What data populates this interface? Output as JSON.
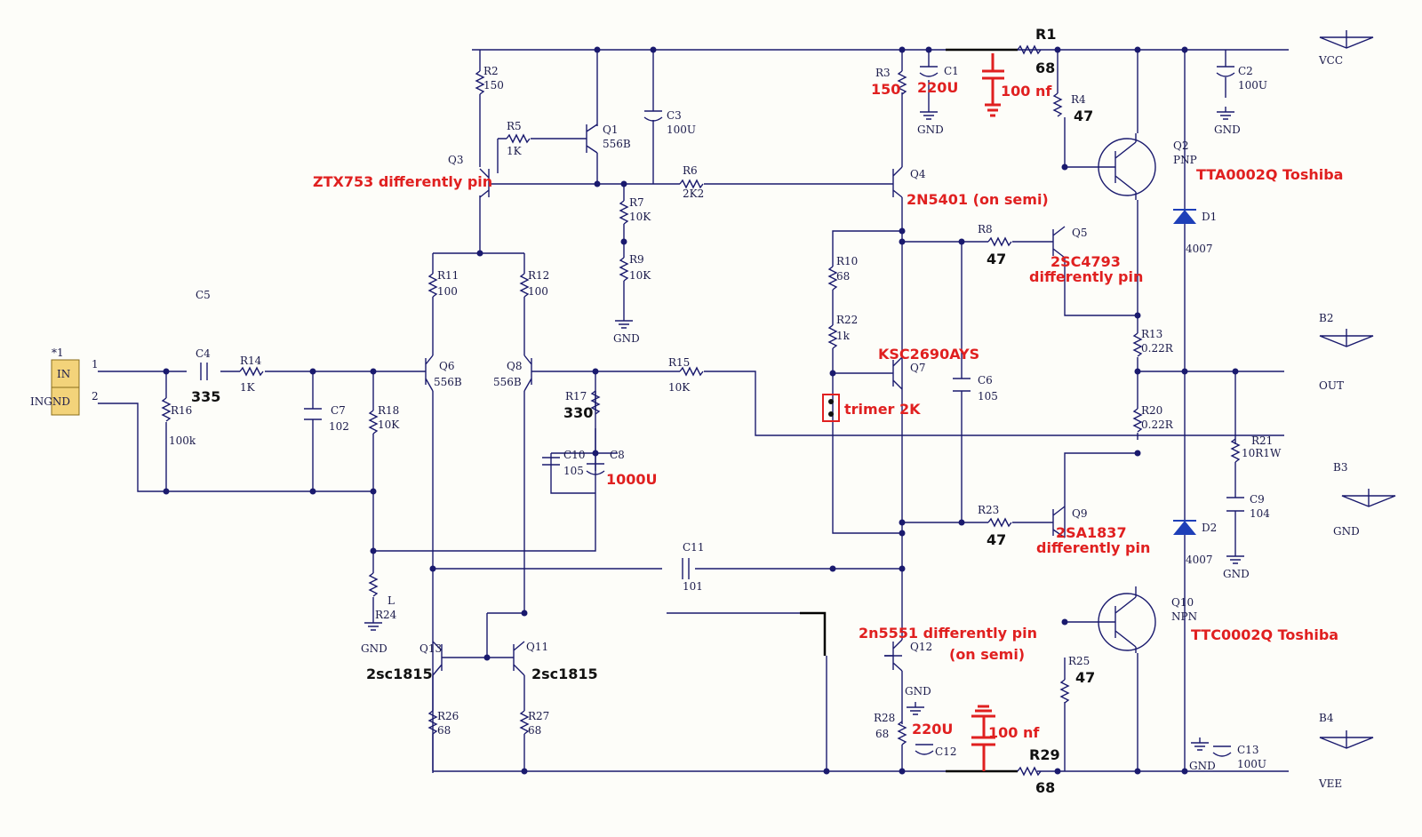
{
  "colors": {
    "wire": "#1a1a6e",
    "note": "#e02020",
    "background": "#fdfdf9",
    "diode": "#1e3fb8",
    "connector": "#f3d37a"
  },
  "connector": {
    "ref": "*1",
    "pin_in": "IN",
    "pin_gnd": "INGND",
    "pin_num1": "1",
    "pin_num2": "2"
  },
  "nets": {
    "vcc": "VCC",
    "vee": "VEE",
    "out": "OUT",
    "gnd": "GND",
    "b2": "B2",
    "b3": "B3",
    "b4": "B4"
  },
  "resistors": [
    {
      "ref": "R1",
      "value": "68"
    },
    {
      "ref": "R2",
      "value": "150"
    },
    {
      "ref": "R3",
      "value": "150"
    },
    {
      "ref": "R4",
      "value": "47"
    },
    {
      "ref": "R5",
      "value": "1K"
    },
    {
      "ref": "R6",
      "value": "2K2"
    },
    {
      "ref": "R7",
      "value": "10K"
    },
    {
      "ref": "R8",
      "value": "47"
    },
    {
      "ref": "R9",
      "value": "10K"
    },
    {
      "ref": "R10",
      "value": "68"
    },
    {
      "ref": "R11",
      "value": "100"
    },
    {
      "ref": "R12",
      "value": "100"
    },
    {
      "ref": "R13",
      "value": "0.22R"
    },
    {
      "ref": "R14",
      "value": "1K"
    },
    {
      "ref": "R15",
      "value": "10K"
    },
    {
      "ref": "R16",
      "value": "100k"
    },
    {
      "ref": "R17",
      "value": "330"
    },
    {
      "ref": "R18",
      "value": "10K"
    },
    {
      "ref": "R20",
      "value": "0.22R"
    },
    {
      "ref": "R21",
      "value": "10R1W"
    },
    {
      "ref": "R22",
      "value": "1k"
    },
    {
      "ref": "R23",
      "value": "47"
    },
    {
      "ref": "R24",
      "value": "L"
    },
    {
      "ref": "R25",
      "value": "47"
    },
    {
      "ref": "R26",
      "value": "68"
    },
    {
      "ref": "R27",
      "value": "68"
    },
    {
      "ref": "R28",
      "value": "68"
    },
    {
      "ref": "R29",
      "value": "68"
    }
  ],
  "capacitors": [
    {
      "ref": "C1",
      "value": "220U"
    },
    {
      "ref": "C2",
      "value": "100U"
    },
    {
      "ref": "C3",
      "value": "100U"
    },
    {
      "ref": "C4",
      "value": "335"
    },
    {
      "ref": "C5",
      "value": ""
    },
    {
      "ref": "C6",
      "value": "105"
    },
    {
      "ref": "C7",
      "value": "102"
    },
    {
      "ref": "C8",
      "value": "1000U"
    },
    {
      "ref": "C9",
      "value": "104"
    },
    {
      "ref": "C10",
      "value": "105"
    },
    {
      "ref": "C11",
      "value": "101"
    },
    {
      "ref": "C12",
      "value": "220U"
    },
    {
      "ref": "C13",
      "value": "100U"
    }
  ],
  "transistors": [
    {
      "ref": "Q1",
      "part": "556B"
    },
    {
      "ref": "Q2",
      "part": "PNP"
    },
    {
      "ref": "Q3",
      "part": ""
    },
    {
      "ref": "Q4",
      "part": ""
    },
    {
      "ref": "Q5",
      "part": ""
    },
    {
      "ref": "Q6",
      "part": "556B"
    },
    {
      "ref": "Q7",
      "part": ""
    },
    {
      "ref": "Q8",
      "part": "556B"
    },
    {
      "ref": "Q9",
      "part": ""
    },
    {
      "ref": "Q10",
      "part": "NPN"
    },
    {
      "ref": "Q11",
      "part": ""
    },
    {
      "ref": "Q12",
      "part": ""
    },
    {
      "ref": "Q13",
      "part": ""
    }
  ],
  "diodes": [
    {
      "ref": "D1",
      "part": "4007"
    },
    {
      "ref": "D2",
      "part": "4007"
    }
  ],
  "annotations": {
    "q3": "ZTX753 differently pin",
    "q4": "2N5401 (on semi)",
    "q5_part": "2SC4793",
    "q5_note": "differently pin",
    "q2": "TTA0002Q Toshiba",
    "q7": "KSC2690AYS",
    "trimmer": "trimer 2K",
    "q9_part": "2SA1837",
    "q9_note": "differently pin",
    "q12_part": "2n5551 differently pin",
    "q12_note": "(on semi)",
    "q10": "TTC0002Q Toshiba",
    "cap_top": "100 nf",
    "cap_bottom": "100 nf",
    "q13": "2sc1815",
    "q11": "2sc1815"
  }
}
